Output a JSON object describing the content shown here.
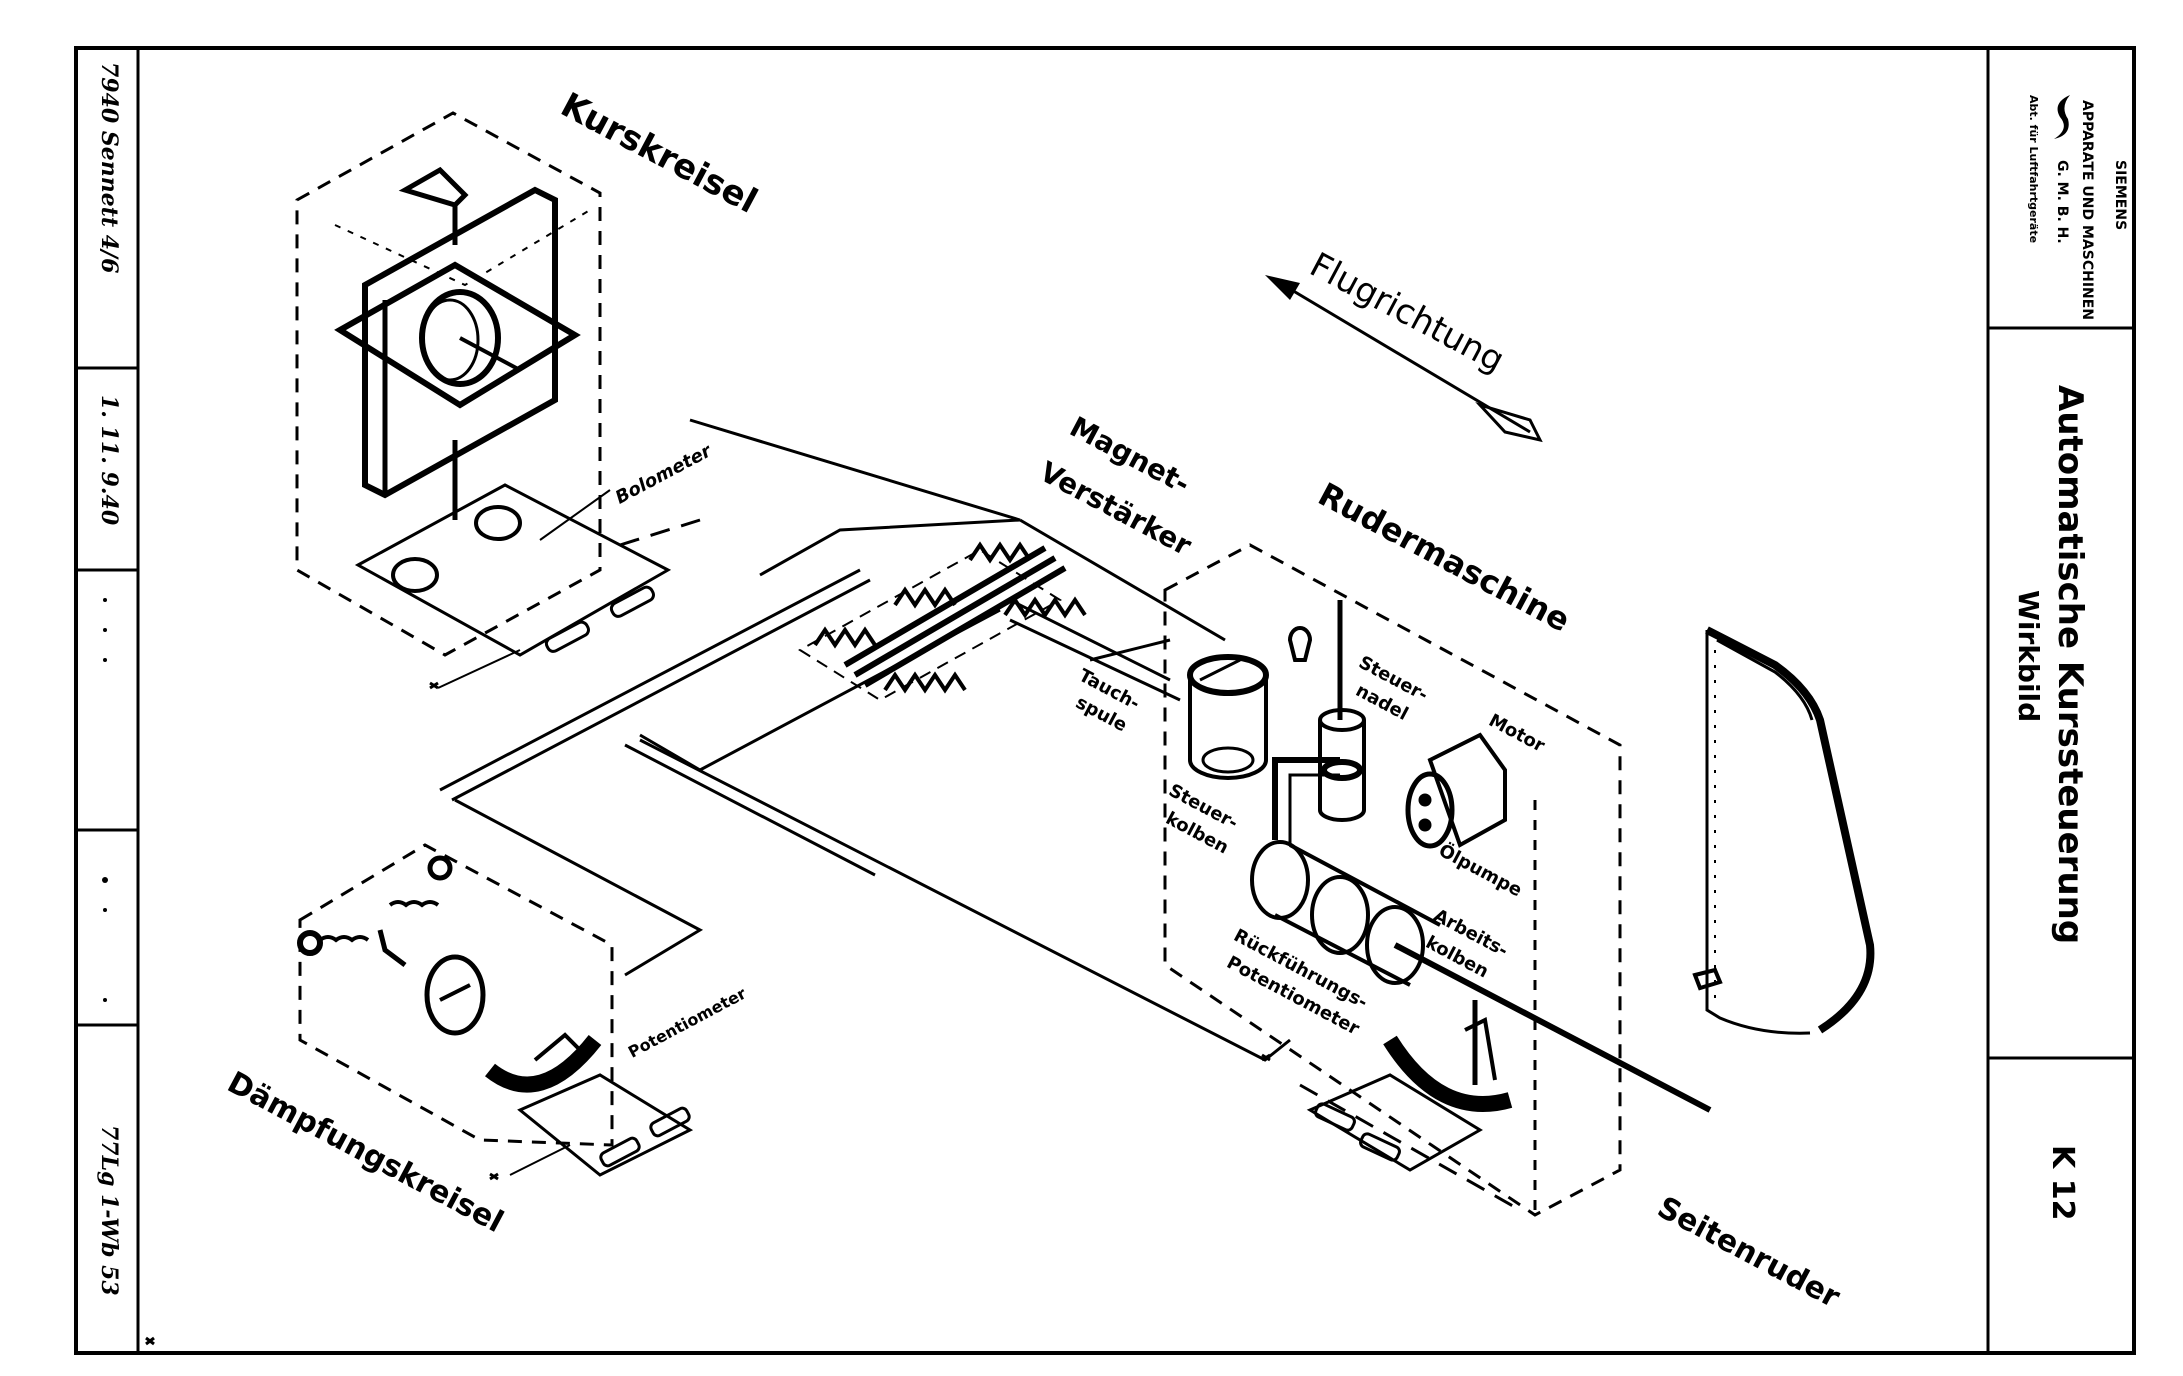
{
  "title_block": {
    "company_line1": "SIEMENS",
    "company_line2": "APPARATE UND MASCHINEN",
    "company_line3": "G. M. B. H.",
    "company_line4": "Abt. für Luftfahrtgeräte",
    "title": "Automatische Kurssteuerung",
    "subtitle": "Wirkbild",
    "drawing_number": "K 12"
  },
  "margin_strip": {
    "note_top": "7940 Sennett 4/6",
    "note_second": "1. 11. 9.40",
    "reference": "77Lg 1-Wb 53"
  },
  "labels": {
    "kurskreisel": "Kurskreisel",
    "bolometer": "Bolometer",
    "flugrichtung": "Flugrichtung",
    "magnet_verstaerker_1": "Magnet-",
    "magnet_verstaerker_2": "Verstärker",
    "rudermaschine": "Rudermaschine",
    "tauchspule_1": "Tauch-",
    "tauchspule_2": "spule",
    "steuernadel_1": "Steuer-",
    "steuernadel_2": "nadel",
    "motor": "Motor",
    "steuerkolben_1": "Steuer-",
    "steuerkolben_2": "kolben",
    "oelpumpe": "Ölpumpe",
    "arbeitskolben_1": "Arbeits-",
    "arbeitskolben_2": "kolben",
    "rueckfuehrung_1": "Rückführungs-",
    "rueckfuehrung_2": "Potentiometer",
    "daempfungskreisel": "Dämpfungskreisel",
    "potentiometer": "Potentiometer",
    "seitenruder": "Seitenruder"
  },
  "markers": {
    "cross": "×"
  }
}
